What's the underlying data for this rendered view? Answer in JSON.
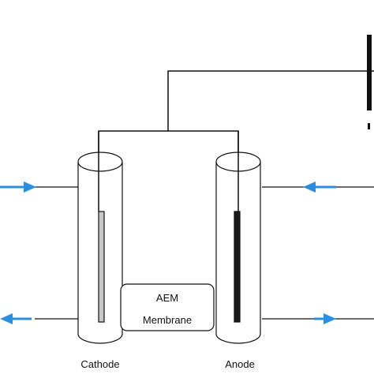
{
  "labels": {
    "cathode": "Cathode",
    "anode": "Anode",
    "membrane_line1": "AEM",
    "membrane_line2": "Membrane"
  },
  "colors": {
    "wire": "#111111",
    "arrow": "#2a8fe0",
    "electrode_fill_cathode": "#c8c8c8",
    "electrode_fill_anode": "#1a1a1a",
    "membrane_fill": "#ffffff"
  },
  "icons": {
    "arrow": "arrow-icon"
  }
}
